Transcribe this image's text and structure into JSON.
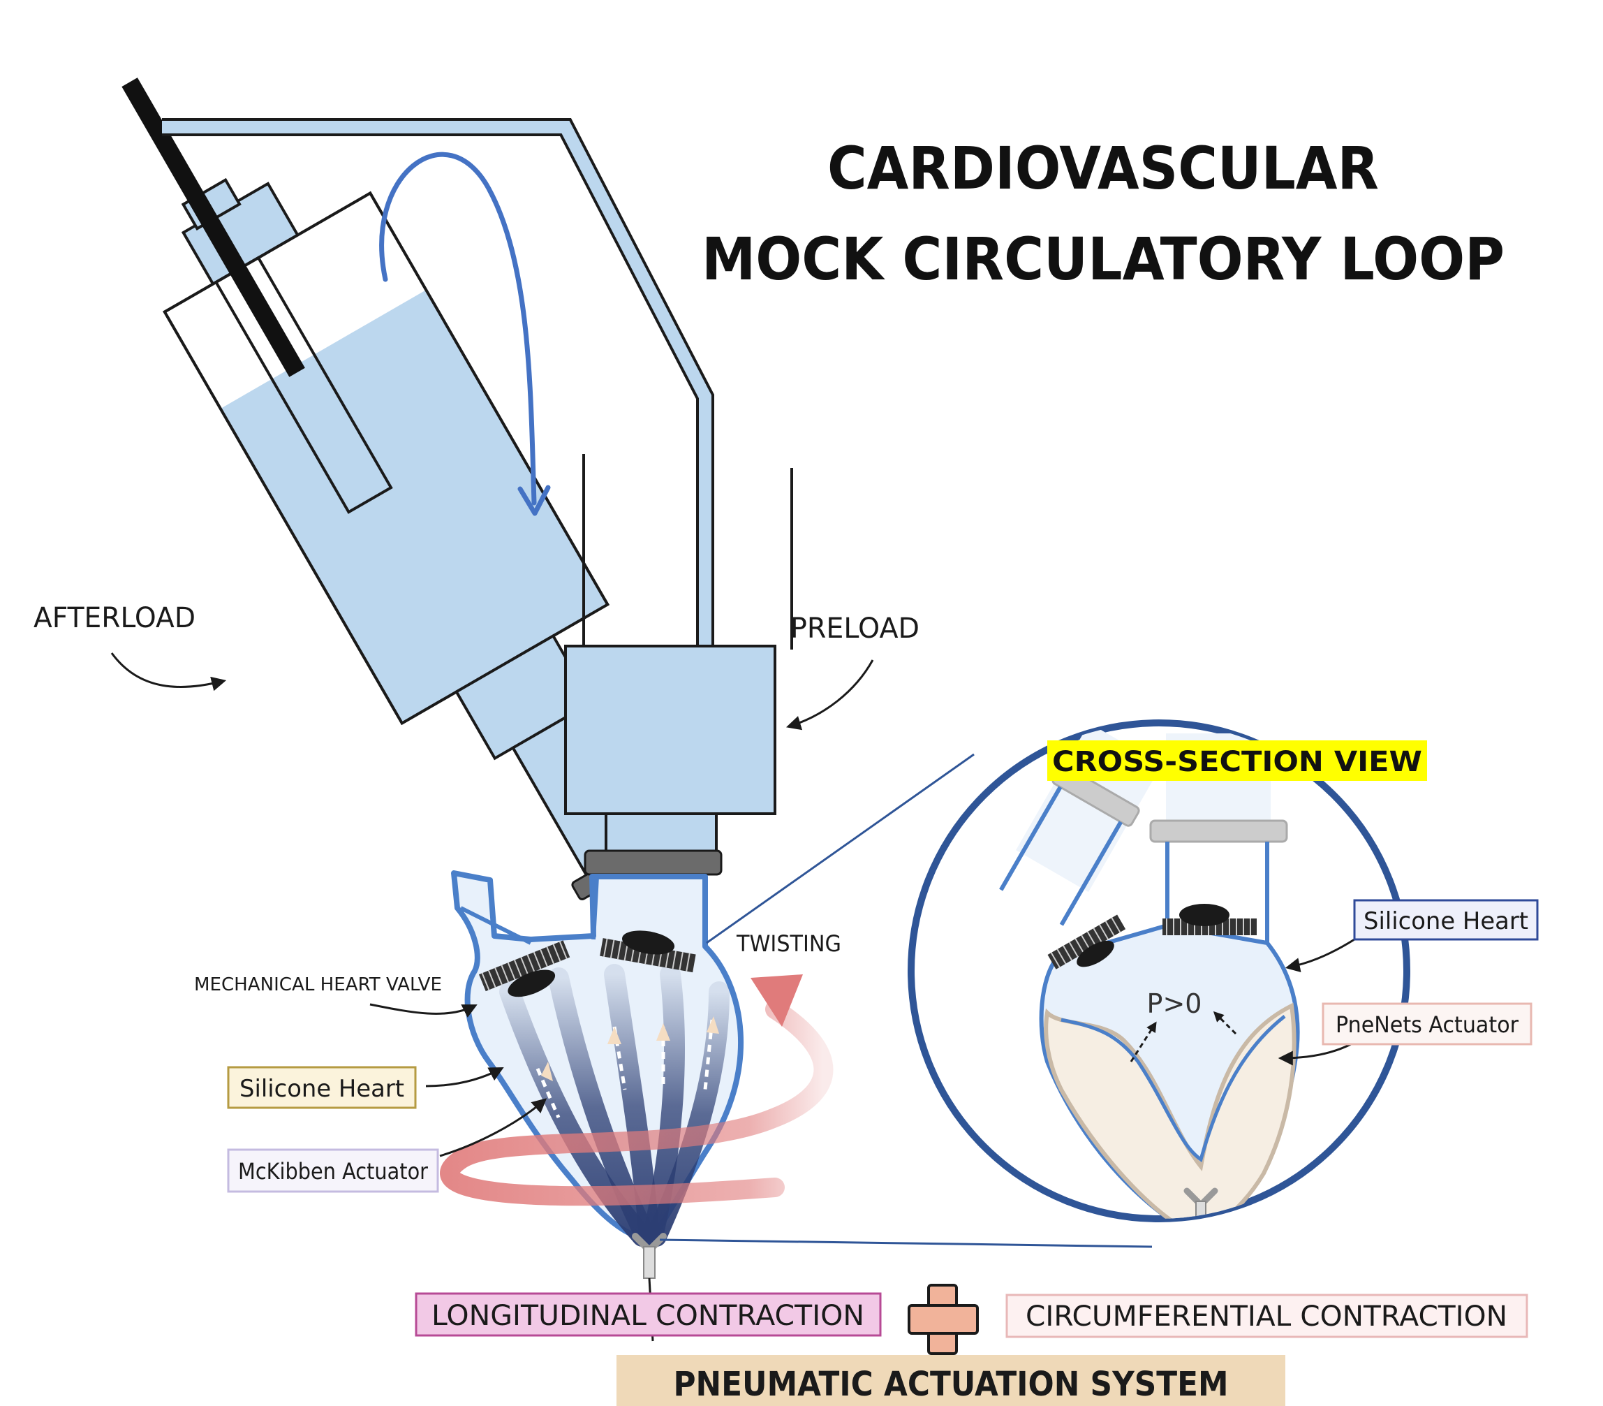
{
  "title": {
    "line1": "CARDIOVASCULAR",
    "line2": "MOCK CIRCULATORY LOOP"
  },
  "labels": {
    "afterload": "AFTERLOAD",
    "preload": "PRELOAD",
    "twisting": "TWISTING",
    "mechanical_valve": "MECHANICAL HEART VALVE",
    "silicone_heart_left": "Silicone Heart",
    "mckibben": "McKibben Actuator",
    "cross_section": "CROSS-SECTION VIEW",
    "silicone_heart_right": "Silicone Heart",
    "pnenets": "PneNets Actuator",
    "pressure": "P>0",
    "longitudinal": "LONGITUDINAL CONTRACTION",
    "circumferential": "CIRCUMFERENTIAL CONTRACTION",
    "pneumatic": "PNEUMATIC ACTUATION SYSTEM"
  },
  "colors": {
    "fluid": "#bcd7ee",
    "reservoir_fill": "#d6e6f5",
    "outline": "#1a1a1a",
    "blue_arrow": "#4472c4",
    "heart_outline": "#4a7fc9",
    "twist_arrow": "#e07b7b",
    "circle_border": "#2f5597",
    "highlight_yellow": "#ffff00",
    "longitudinal_fill": "#f2c9e6",
    "pneumatic_fill": "#efd9b8"
  }
}
